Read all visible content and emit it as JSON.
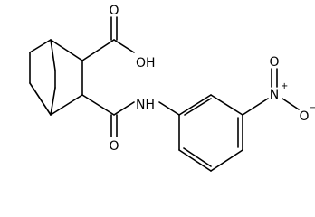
{
  "structure": {
    "atoms": {
      "oh": "OH",
      "o_acid": "O",
      "nh": "NH",
      "o_amide": "O",
      "n_nitro": "N",
      "n_plus": "+",
      "o_nitro_top": "O",
      "o_nitro_right": "O",
      "o_minus": "−"
    }
  }
}
